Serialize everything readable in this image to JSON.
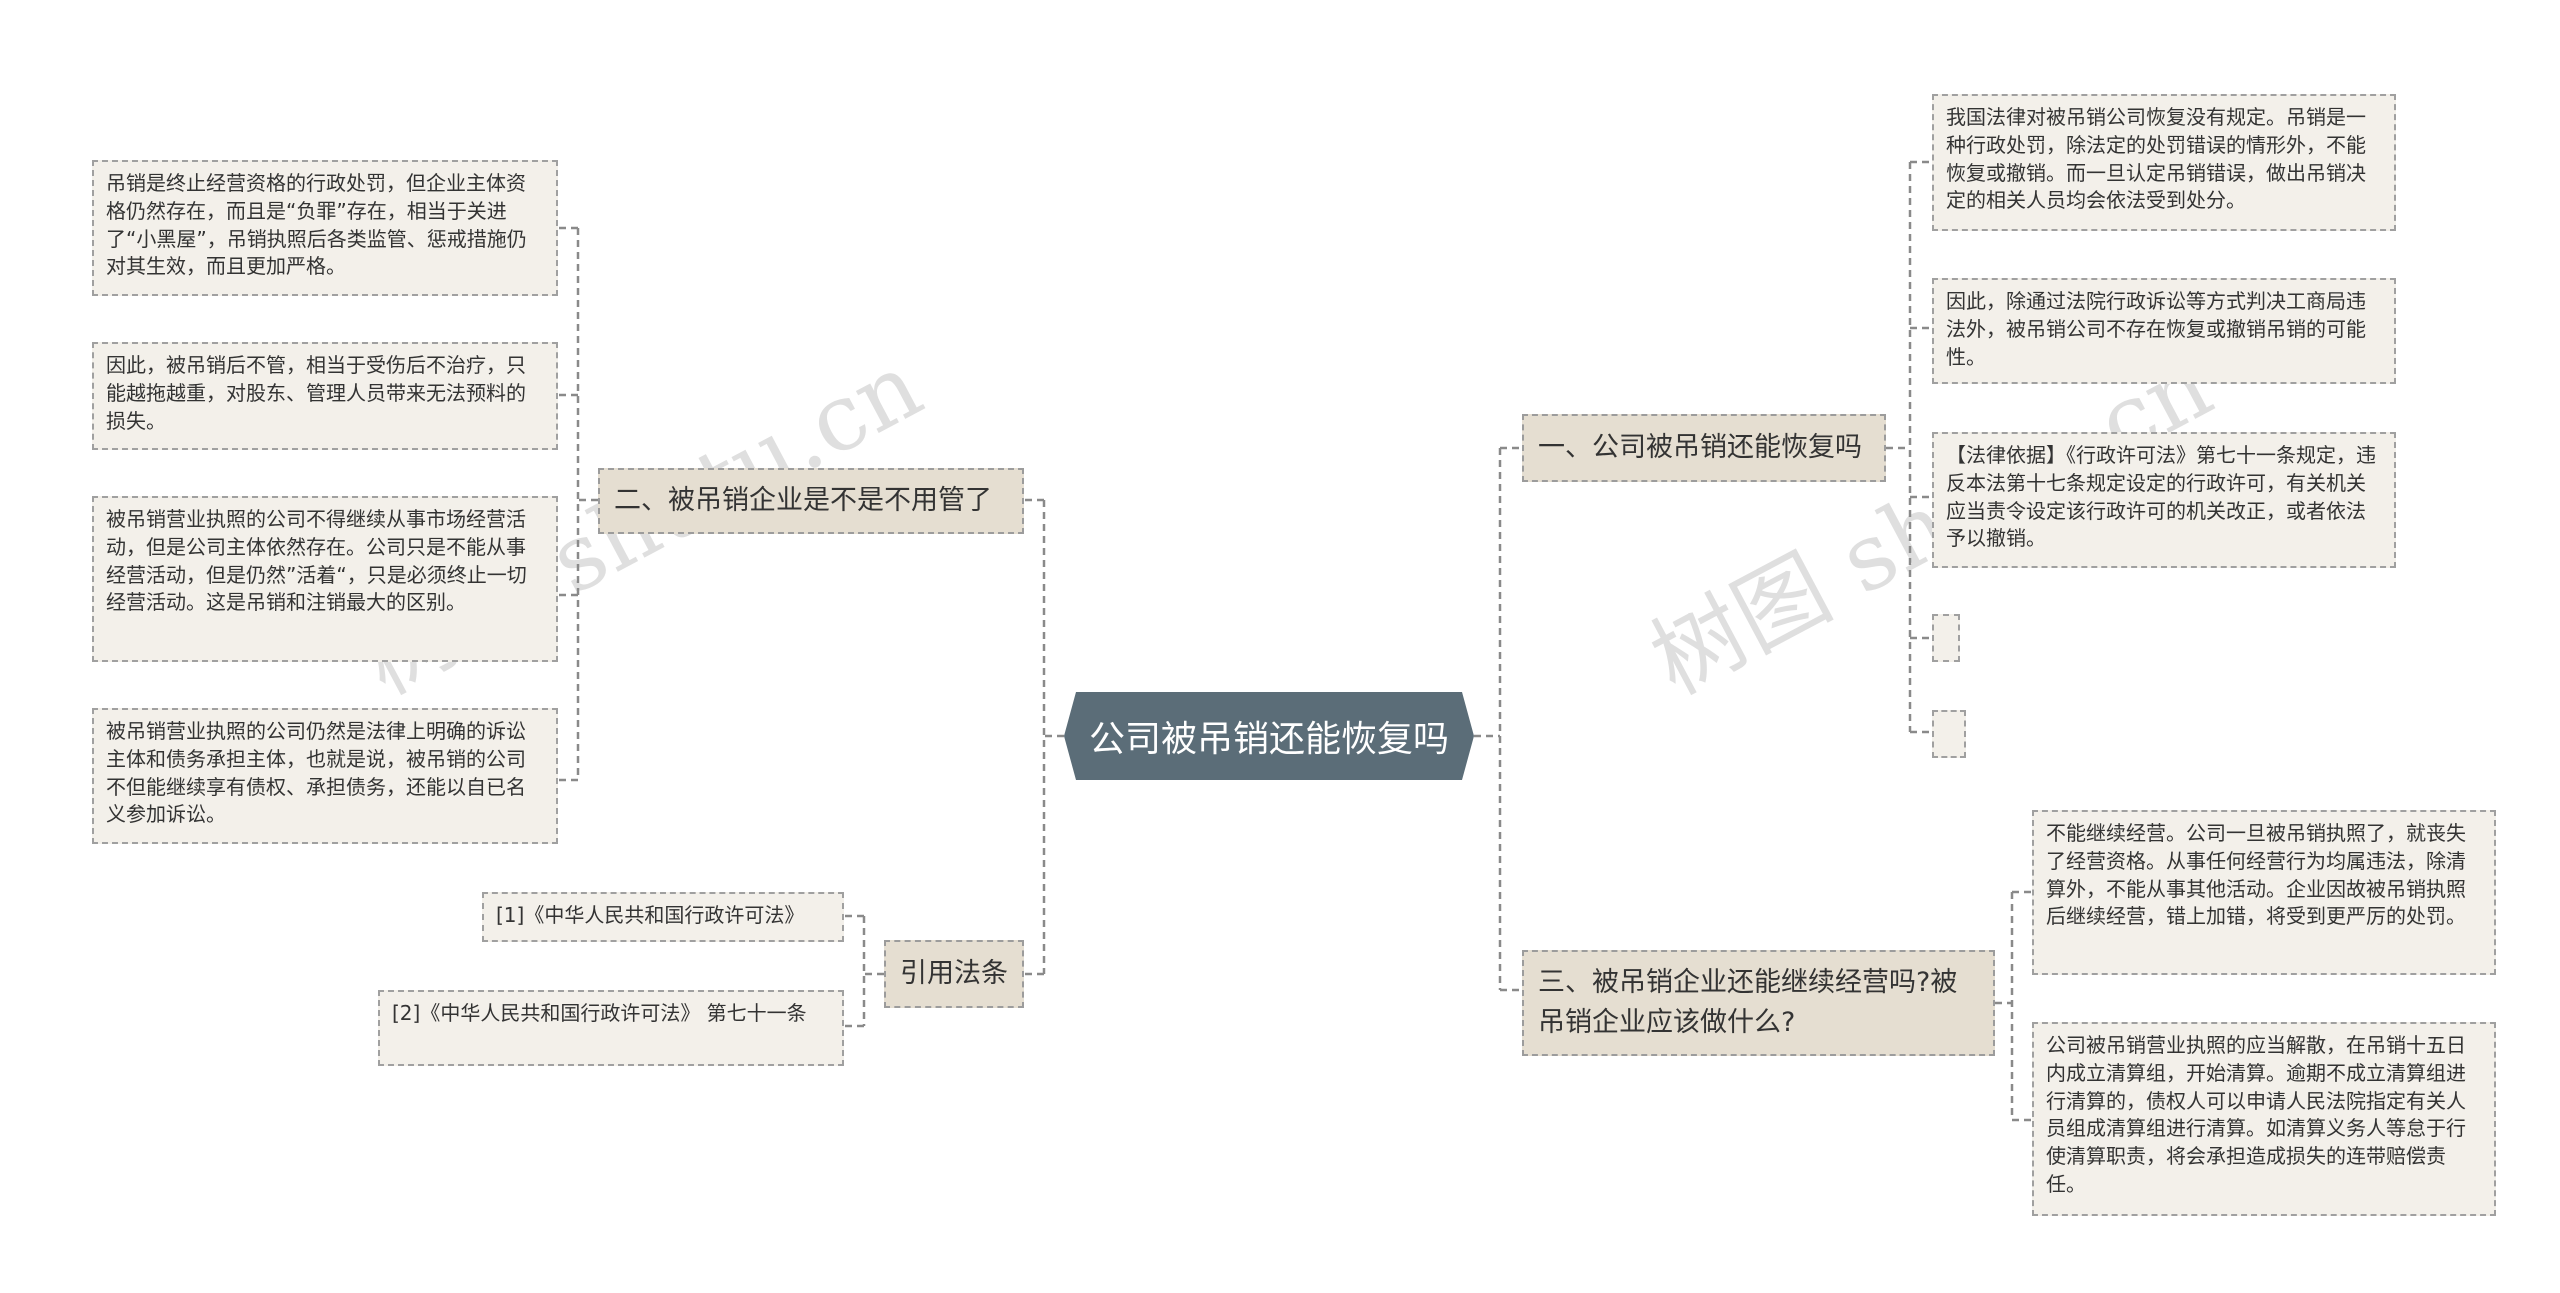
{
  "root": {
    "title": "公司被吊销还能恢复吗"
  },
  "branches": {
    "b1": {
      "label": "一、公司被吊销还能恢复吗",
      "leaves": [
        "我国法律对被吊销公司恢复没有规定。吊销是一种行政处罚，除法定的处罚错误的情形外，不能恢复或撤销。而一旦认定吊销错误，做出吊销决定的相关人员均会依法受到处分。",
        "因此，除通过法院行政诉讼等方式判决工商局违法外，被吊销公司不存在恢复或撤销吊销的可能性。",
        "【法律依据】《行政许可法》第七十一条规定，违反本法第十七条规定设定的行政许可，有关机关应当责令设定该行政许可的机关改正，或者依法予以撤销。",
        "",
        ""
      ]
    },
    "b2": {
      "label": "二、被吊销企业是不是不用管了",
      "leaves": [
        "吊销是终止经营资格的行政处罚，但企业主体资格仍然存在，而且是“负罪”存在，相当于关进了“小黑屋”，吊销执照后各类监管、惩戒措施仍对其生效，而且更加严格。",
        "因此，被吊销后不管，相当于受伤后不治疗，只能越拖越重，对股东、管理人员带来无法预料的损失。",
        "被吊销营业执照的公司不得继续从事市场经营活动，但是公司主体依然存在。公司只是不能从事经营活动，但是仍然”活着“，只是必须终止一切经营活动。这是吊销和注销最大的区别。",
        "被吊销营业执照的公司仍然是法律上明确的诉讼主体和债务承担主体，也就是说，被吊销的公司不但能继续享有债权、承担债务，还能以自已名义参加诉讼。"
      ]
    },
    "b3": {
      "label": "三、被吊销企业还能继续经营吗?被吊销企业应该做什么?",
      "leaves": [
        "不能继续经营。公司一旦被吊销执照了，就丧失了经营资格。从事任何经营行为均属违法，除清算外，不能从事其他活动。企业因故被吊销执照后继续经营，错上加错，将受到更严厉的处罚。",
        "公司被吊销营业执照的应当解散，在吊销十五日内成立清算组，开始清算。逾期不成立清算组进行清算的，债权人可以申请人民法院指定有关人员组成清算组进行清算。如清算义务人等怠于行使清算职责，将会承担造成损失的连带赔偿责任。"
      ]
    },
    "b4": {
      "label": "引用法条",
      "leaves": [
        "[1]《中华人民共和国行政许可法》",
        "[2]《中华人民共和国行政许可法》 第七十一条"
      ]
    }
  },
  "watermarks": [
    "树图 shutu.cn",
    "树图 shutu.cn"
  ],
  "colors": {
    "root_bg": "#5b6d78",
    "branch_bg": "#e5ded1",
    "leaf_bg": "#f3f0ea",
    "line": "#888888"
  }
}
